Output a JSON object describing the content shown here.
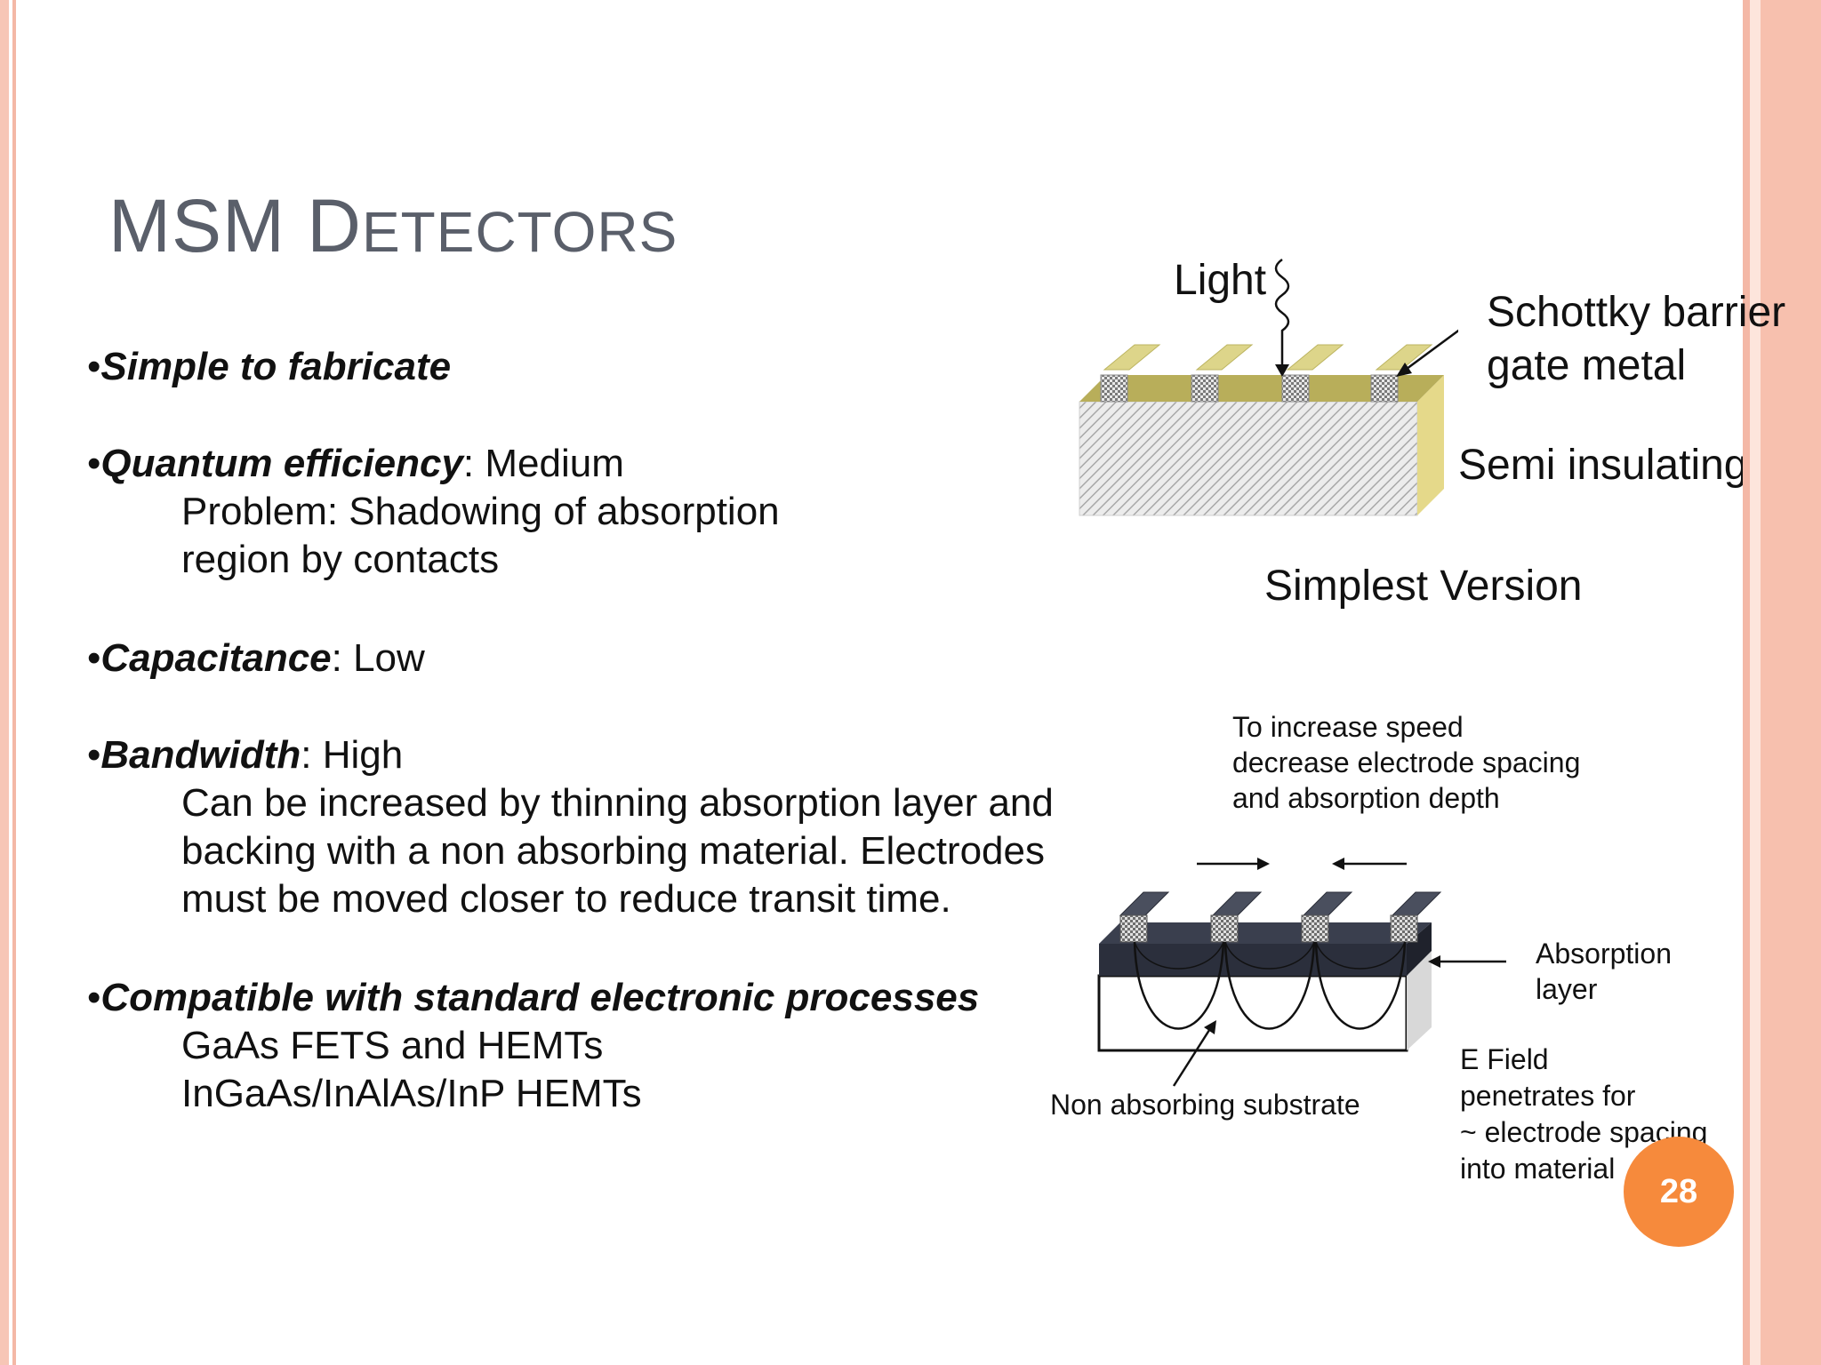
{
  "slide": {
    "title_first": "MSM D",
    "title_rest": "ETECTORS",
    "page_number": "28"
  },
  "bullets": [
    {
      "bold": "Simple to fabricate",
      "rest": ""
    },
    {
      "bold": "Quantum efficiency",
      "rest": ": Medium"
    },
    {
      "bold": "Capacitance",
      "rest": ": Low"
    },
    {
      "bold": "Bandwidth",
      "rest": ": High"
    },
    {
      "bold": "Compatible with standard electronic processes",
      "rest": ""
    }
  ],
  "bullet_marker": "•",
  "sublines": {
    "qe": [
      "Problem:  Shadowing of absorption",
      "region by contacts"
    ],
    "bw": [
      "Can be increased by thinning absorption layer and",
      "backing with a non absorbing material.  Electrodes",
      "must be moved closer to reduce transit time."
    ],
    "compat": [
      "GaAs FETS and HEMTs",
      "InGaAs/InAlAs/InP HEMTs"
    ]
  },
  "diagram_top": {
    "light": "Light",
    "schottky_1": "Schottky barrier",
    "schottky_2": "gate metal",
    "semi": "Semi insulating GaAs",
    "caption": "Simplest Version"
  },
  "diagram_bottom": {
    "speed_1": "To increase speed",
    "speed_2": "decrease electrode spacing",
    "speed_3": "and absorption depth",
    "absorption_1": "Absorption",
    "absorption_2": "layer",
    "substrate": "Non absorbing substrate",
    "efield_1": "E Field",
    "efield_2": "penetrates for",
    "efield_3": "~ electrode spacing",
    "efield_4": "into material"
  },
  "colors": {
    "title": "#5a5f6a",
    "stripe": "#f4b8a6",
    "accent": "#f68a3c",
    "gold": "#d9d27e",
    "dark_layer": "#2b2f3c"
  }
}
